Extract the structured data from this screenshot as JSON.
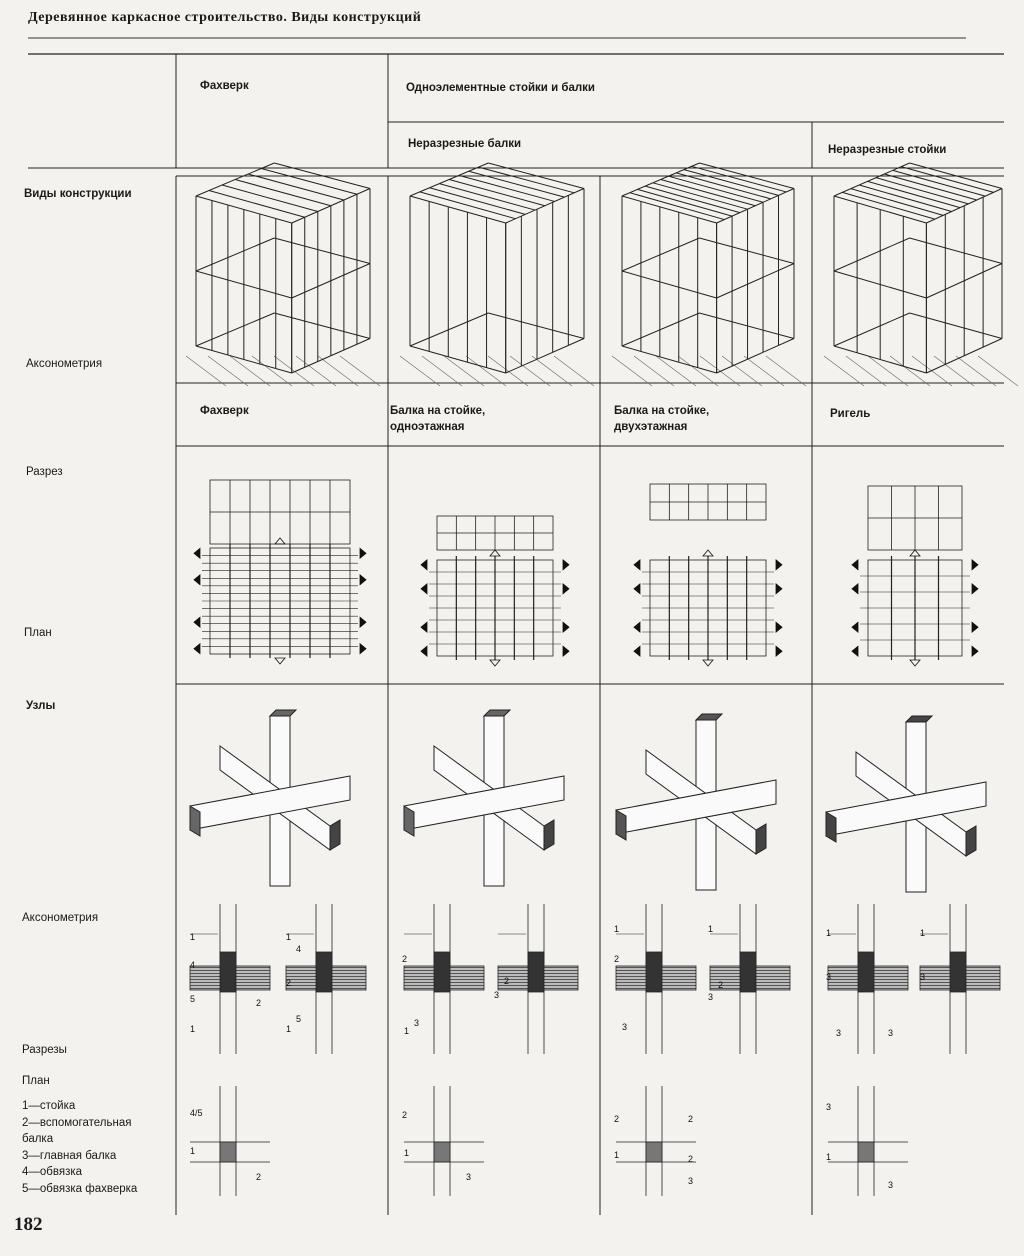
{
  "header": {
    "title": "Деревянное каркасное строительство. Виды конструкций"
  },
  "page_number": "182",
  "columns": {
    "col1": "Фахверк",
    "group": "Одноэлементные стойки и балки",
    "subgroup_beams": "Неразрезные балки",
    "subgroup_posts": "Неразрезные стойки"
  },
  "row_labels": {
    "types": "Виды конструкции",
    "axonometry": "Аксонометрия",
    "section": "Разрез",
    "plan": "План",
    "nodes": "Узлы",
    "axonometry2": "Аксонометрия",
    "sections": "Разрезы",
    "plan2": "План"
  },
  "section_titles": {
    "c1": "Фахверк",
    "c2": "Балка на стойке, одноэтажная",
    "c3": "Балка на стойке, двухэтажная",
    "c4": "Ригель"
  },
  "legend": [
    "1—стойка",
    "2—вспомогательная балка",
    "3—главная балка",
    "4—обвязка",
    "5—обвязка фахверка"
  ],
  "callouts": {
    "n1": "1",
    "n2": "2",
    "n3": "3",
    "n4": "4",
    "n5": "5",
    "n45": "4/5"
  }
}
